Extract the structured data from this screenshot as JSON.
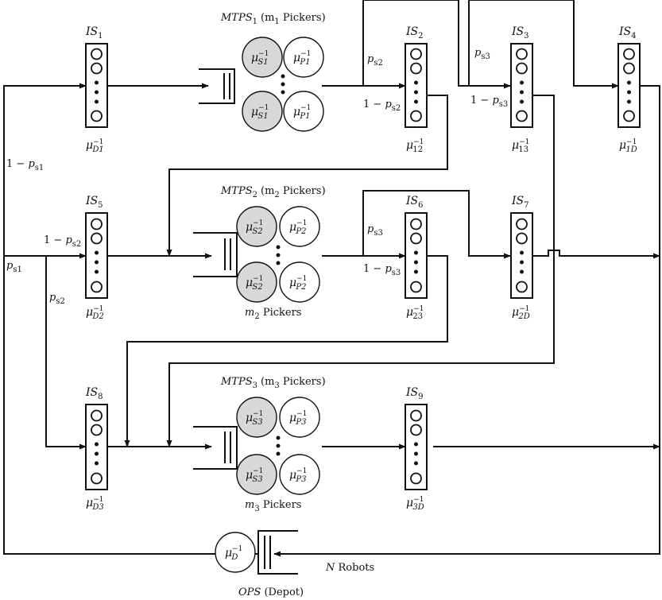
{
  "stations": {
    "IS1": {
      "label": "IS",
      "sub": "1",
      "rate": "μ",
      "rate_sub": "D1",
      "rate_sup": "−1"
    },
    "IS2": {
      "label": "IS",
      "sub": "2",
      "rate": "μ",
      "rate_sub": "12",
      "rate_sup": "−1"
    },
    "IS3": {
      "label": "IS",
      "sub": "3",
      "rate": "μ",
      "rate_sub": "13",
      "rate_sup": "−1"
    },
    "IS4": {
      "label": "IS",
      "sub": "4",
      "rate": "μ",
      "rate_sub": "1D",
      "rate_sup": "−1"
    },
    "IS5": {
      "label": "IS",
      "sub": "5",
      "rate": "μ",
      "rate_sub": "D2",
      "rate_sup": "−1"
    },
    "IS6": {
      "label": "IS",
      "sub": "6",
      "rate": "μ",
      "rate_sub": "23",
      "rate_sup": "−1"
    },
    "IS7": {
      "label": "IS",
      "sub": "7",
      "rate": "μ",
      "rate_sub": "2D",
      "rate_sup": "−1"
    },
    "IS8": {
      "label": "IS",
      "sub": "8",
      "rate": "μ",
      "rate_sub": "D3",
      "rate_sup": "−1"
    },
    "IS9": {
      "label": "IS",
      "sub": "9",
      "rate": "μ",
      "rate_sub": "3D",
      "rate_sup": "−1"
    }
  },
  "mtps": {
    "m1": {
      "name": "MTPS",
      "name_sub": "1",
      "pickers": "(m",
      "pickers_sub": "1",
      "pickers_tail": " Pickers)",
      "s_sub": "S1",
      "p_sub": "P1",
      "sup": "−1",
      "mu": "μ"
    },
    "m2": {
      "name": "MTPS",
      "name_sub": "2",
      "pickers": "(m",
      "pickers_sub": "2",
      "pickers_tail": " Pickers)",
      "s_sub": "S2",
      "p_sub": "P2",
      "sup": "−1",
      "mu": "μ",
      "below": "m",
      "below_sub": "2",
      "below_tail": " Pickers"
    },
    "m3": {
      "name": "MTPS",
      "name_sub": "3",
      "pickers": "(m",
      "pickers_sub": "3",
      "pickers_tail": " Pickers)",
      "s_sub": "S3",
      "p_sub": "P3",
      "sup": "−1",
      "mu": "μ",
      "below": "m",
      "below_sub": "3",
      "below_tail": " Pickers"
    }
  },
  "probabilities": {
    "ps2_top": {
      "p": "p",
      "sub": "s2"
    },
    "one_minus_ps2_top": {
      "pre": "1 − ",
      "p": "p",
      "sub": "s2"
    },
    "ps3_top": {
      "p": "p",
      "sub": "s3"
    },
    "one_minus_ps3_top": {
      "pre": "1 − ",
      "p": "p",
      "sub": "s3"
    },
    "one_minus_ps1": {
      "pre": "1 − ",
      "p": "p",
      "sub": "s1"
    },
    "ps1": {
      "p": "p",
      "sub": "s1"
    },
    "one_minus_ps2_left": {
      "pre": "1 − ",
      "p": "p",
      "sub": "s2"
    },
    "ps2_left": {
      "p": "p",
      "sub": "s2"
    },
    "ps3_mid": {
      "p": "p",
      "sub": "s3"
    },
    "one_minus_ps3_mid": {
      "pre": "1 − ",
      "p": "p",
      "sub": "s3"
    }
  },
  "ops": {
    "name": "OPS",
    "tail": " (Depot)",
    "mu": "μ",
    "sub": "D",
    "sup": "−1",
    "robots_n": "N",
    "robots_tail": " Robots"
  }
}
